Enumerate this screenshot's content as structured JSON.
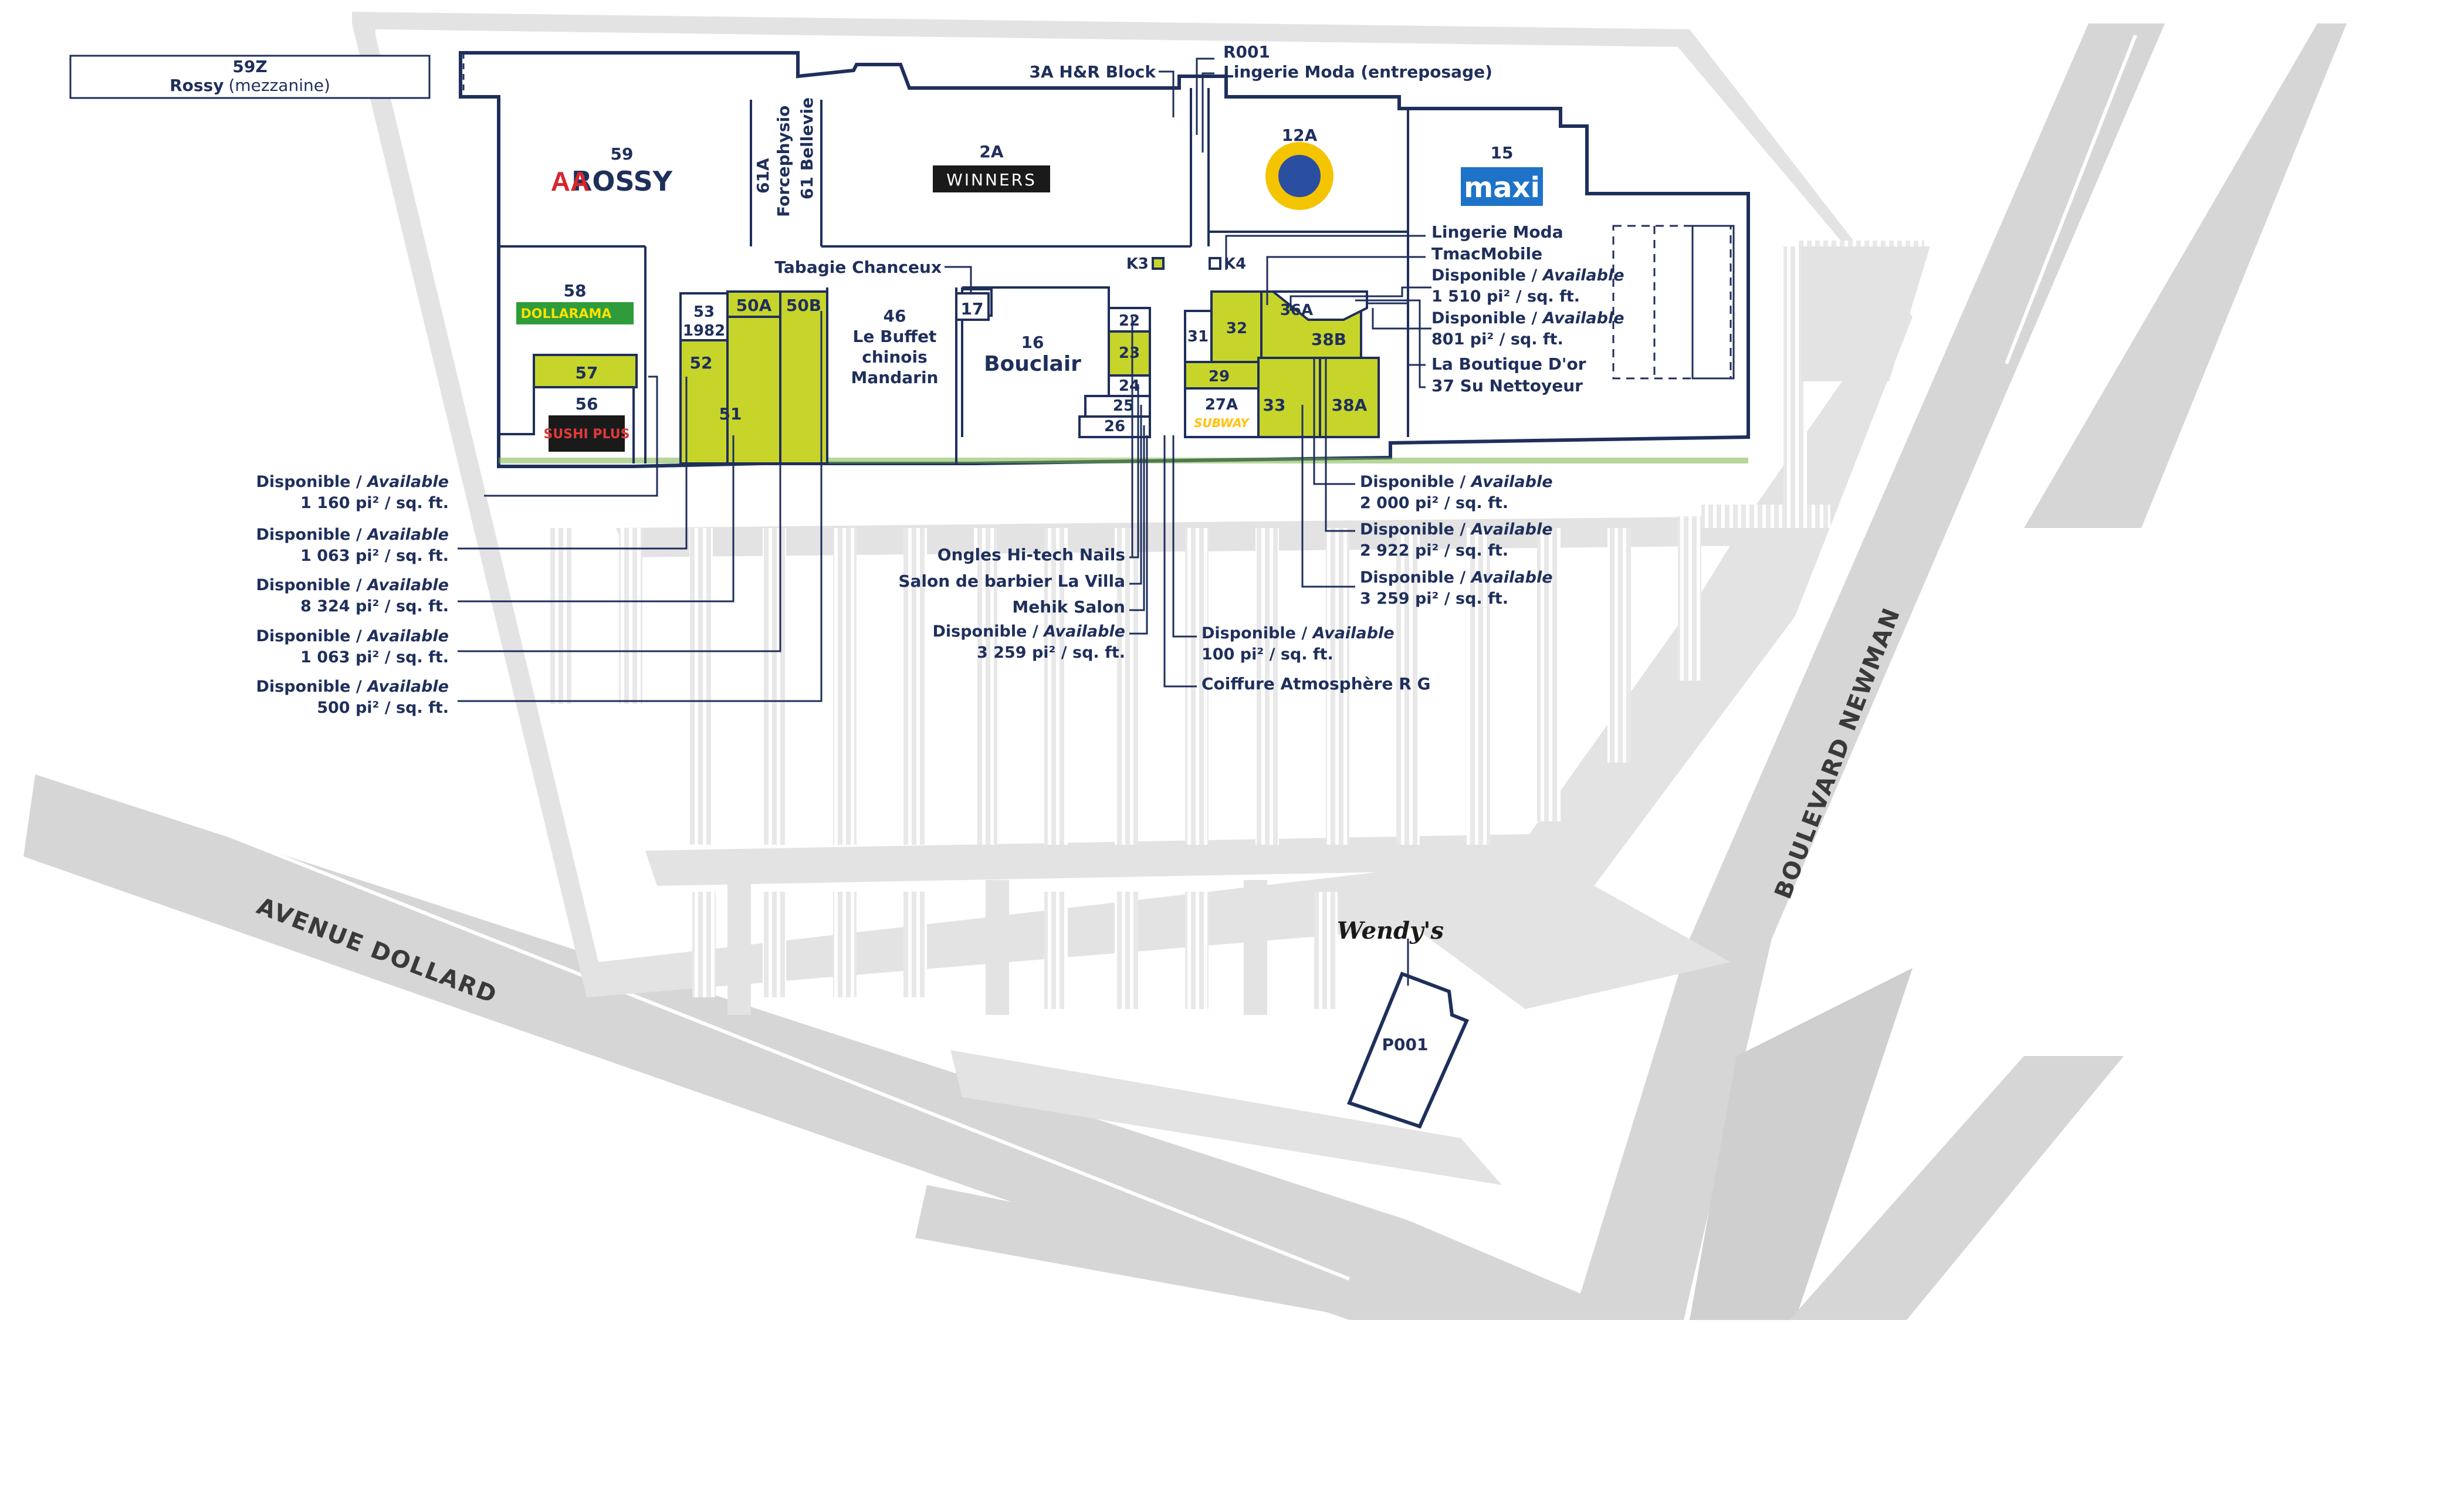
{
  "colors": {
    "outline": "#1f2f5c",
    "available": "#c7d52b",
    "road": "#d6d6d6",
    "lot": "#e3e3e3",
    "walkway": "#7ab648"
  },
  "mezzanine": {
    "unit": "59Z",
    "name": "Rossy",
    "note": "(mezzanine)"
  },
  "stores": {
    "u59": "59",
    "u59_logo": "ROSSY",
    "u61a": "61A",
    "u61a_name": "Forcephysio",
    "u61": "61 Bellevie",
    "u2a": "2A",
    "u2a_logo": "WINNERS",
    "u12a": "12A",
    "u15": "15",
    "u15_logo": "maxi",
    "u58": "58",
    "u58_logo": "DOLLARAMA",
    "u57": "57",
    "u56": "56",
    "u56_logo": "SUSHI PLUS",
    "u53": "53",
    "u53b": "1982",
    "u52": "52",
    "u51": "51",
    "u50a": "50A",
    "u50b": "50B",
    "u46": "46",
    "u46_a": "Le Buffet",
    "u46_b": "chinois",
    "u46_c": "Mandarin",
    "u17": "17",
    "u16": "16",
    "u16_name": "Bouclair",
    "u22": "22",
    "u23": "23",
    "u24": "24",
    "u25": "25",
    "u26": "26",
    "u31": "31",
    "u32": "32",
    "u29": "29",
    "u27a": "27A",
    "u27a_logo": "SUBWAY",
    "u33": "33",
    "u36a": "36A",
    "u38b": "38B",
    "u38a": "38A",
    "k3": "K3",
    "k4": "K4",
    "p001": "P001",
    "wendys": "Wendy's"
  },
  "callouts": {
    "h_r_block": "3A H&R Block",
    "r001": "R001",
    "lingerie_storage": "Lingerie Moda (entreposage)",
    "tabagie": "Tabagie Chanceux",
    "lingerie": "Lingerie Moda",
    "tmac": "TmacMobile",
    "dispo": "Disponible",
    "avail": "Available",
    "dispo_sep": " / ",
    "r_1510": "1 510 pi² / sq. ft.",
    "r_801": "801 pi² / sq. ft.",
    "boutique": "La Boutique D'or",
    "nettoyeur": "37 Su Nettoyeur",
    "l_1160": "1 160 pi² / sq. ft.",
    "l_1063a": "1 063 pi² / sq. ft.",
    "l_8324": "8 324 pi² / sq. ft.",
    "l_1063b": "1 063 pi² / sq. ft.",
    "l_500": "500 pi² / sq. ft.",
    "ongles": "Ongles Hi-tech Nails",
    "salon_barbier": "Salon de barbier La Villa",
    "mehik": "Mehik Salon",
    "m_3259": "3 259 pi² / sq. ft.",
    "m_100": "100 pi² / sq. ft.",
    "coiffure": "Coiffure Atmosphère R G",
    "b_2000": "2 000 pi² / sq. ft.",
    "b_2922": "2 922 pi² / sq. ft.",
    "b_3259": "3 259 pi² / sq. ft."
  },
  "roads": {
    "dollard": "AVENUE DOLLARD",
    "newman": "BOULEVARD NEWMAN"
  }
}
